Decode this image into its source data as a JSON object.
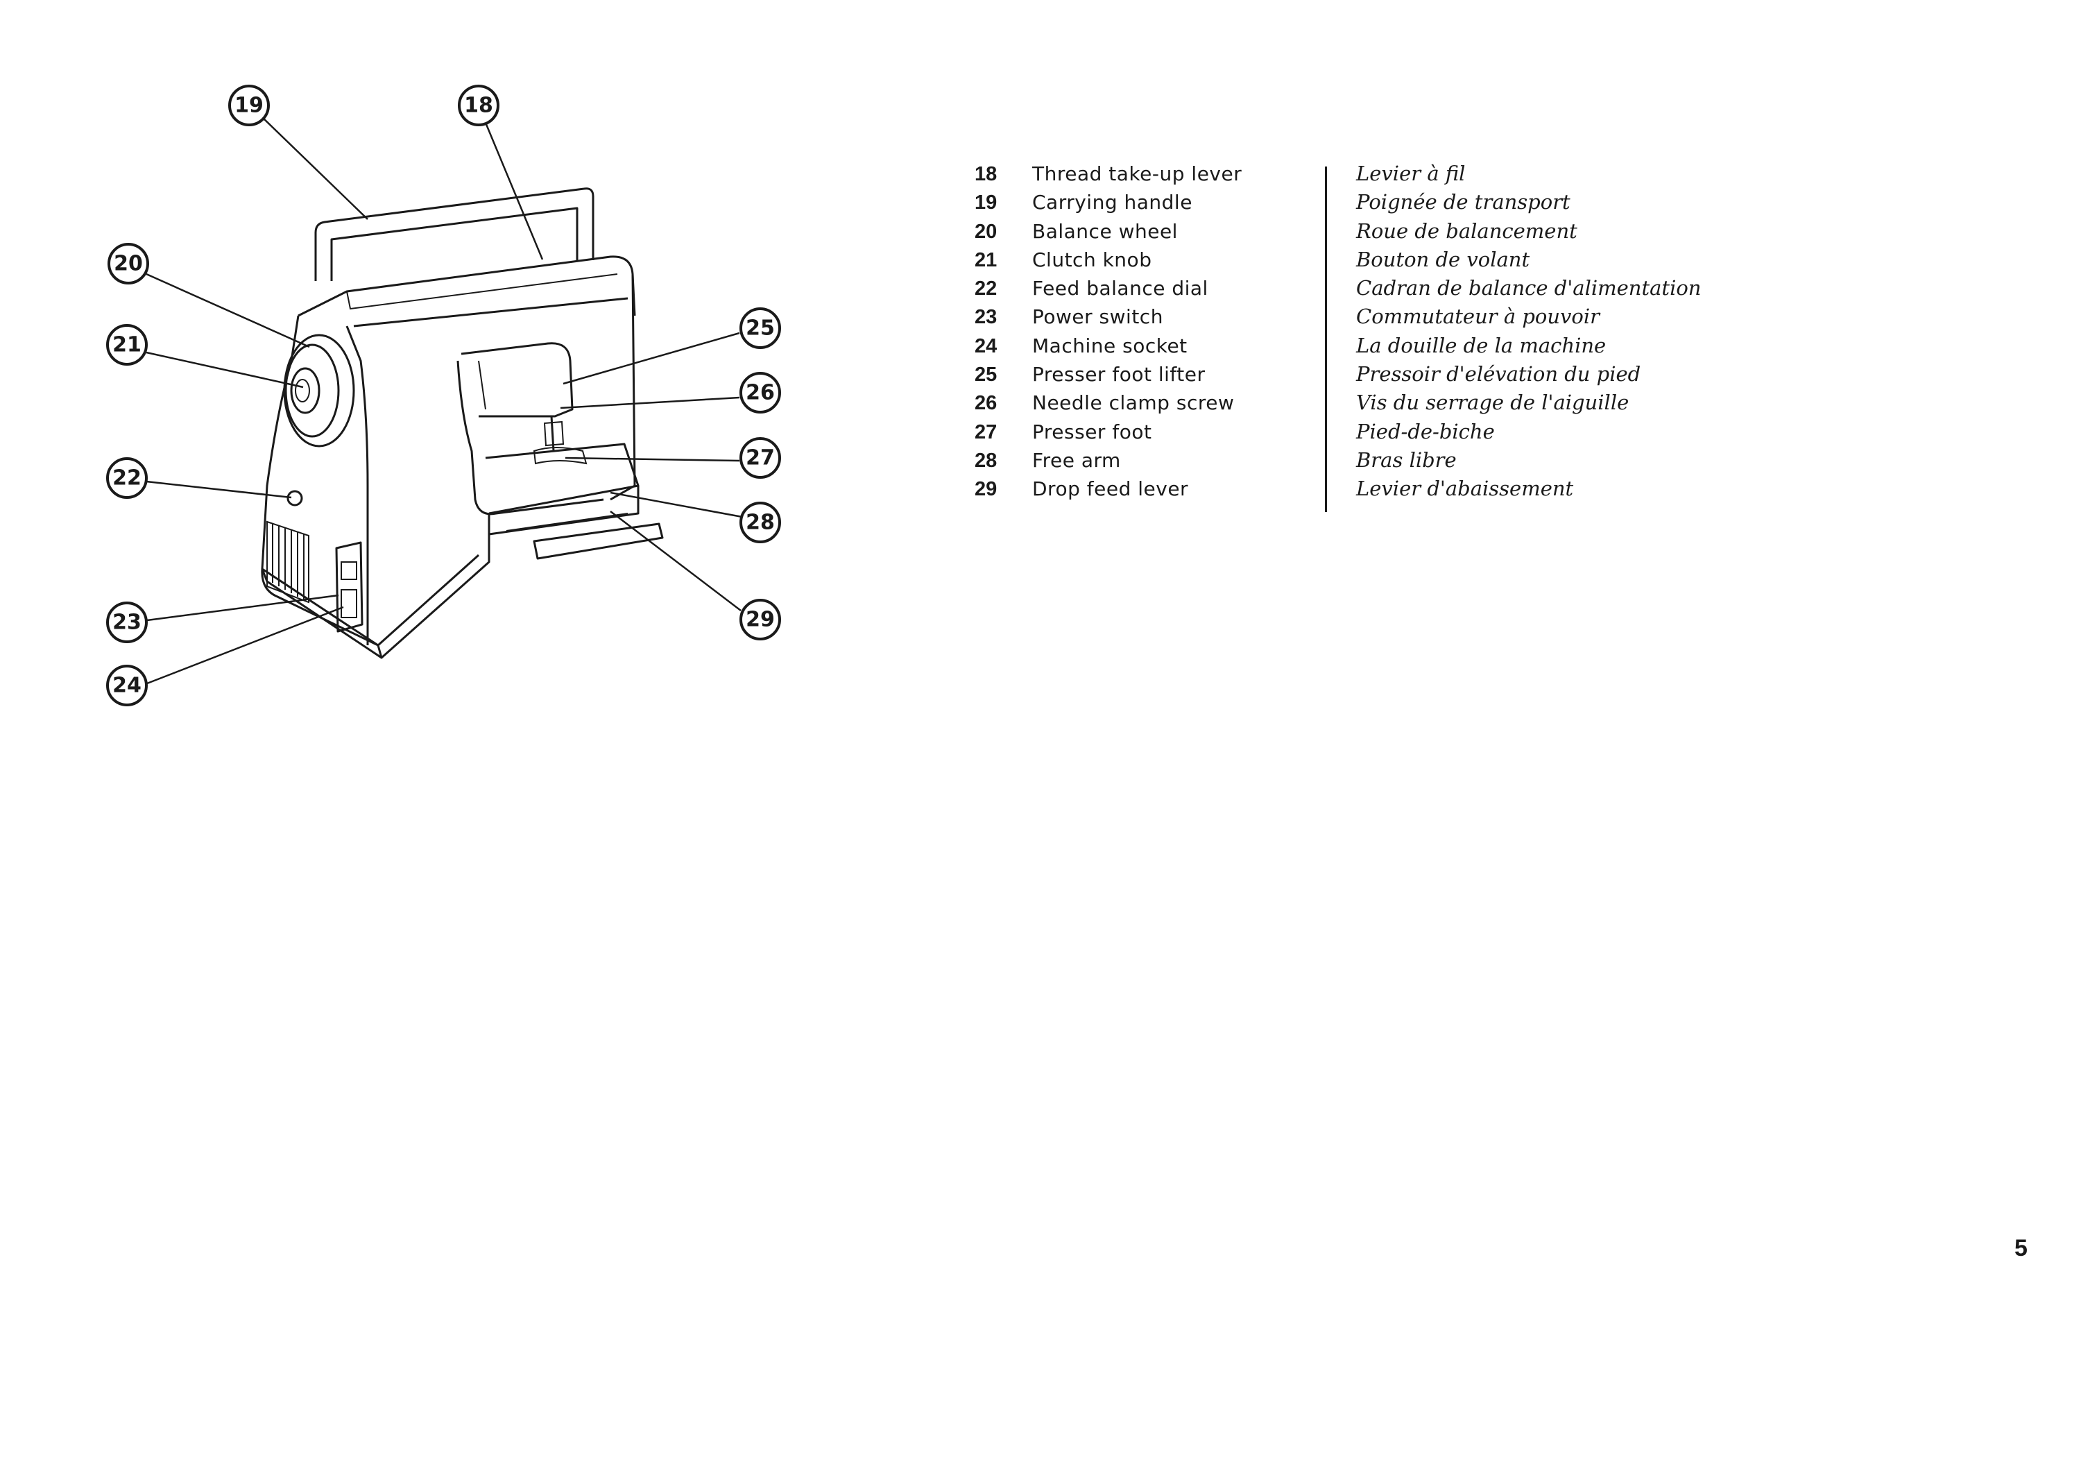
{
  "parts": [
    {
      "number": "18",
      "english": "Thread take-up lever",
      "french": "Levier à fil"
    },
    {
      "number": "19",
      "english": "Carrying handle",
      "french": "Poignée de transport"
    },
    {
      "number": "20",
      "english": "Balance wheel",
      "french": "Roue de balancement"
    },
    {
      "number": "21",
      "english": "Clutch knob",
      "french": "Bouton de volant"
    },
    {
      "number": "22",
      "english": "Feed balance dial",
      "french": "Cadran de balance d'alimentation"
    },
    {
      "number": "23",
      "english": "Power switch",
      "french": "Commutateur à pouvoir"
    },
    {
      "number": "24",
      "english": "Machine socket",
      "french": "La douille de la machine"
    },
    {
      "number": "25",
      "english": "Presser foot lifter",
      "french": "Pressoir d'elévation du pied"
    },
    {
      "number": "26",
      "english": "Needle clamp screw",
      "french": "Vis du serrage de l'aiguille"
    },
    {
      "number": "27",
      "english": "Presser foot",
      "french": "Pied-de-biche"
    },
    {
      "number": "28",
      "english": "Free arm",
      "french": "Bras libre"
    },
    {
      "number": "29",
      "english": "Drop feed lever",
      "french": "Levier d'abaissement"
    }
  ],
  "diagram_callouts": [
    "19",
    "18",
    "20",
    "21",
    "22",
    "23",
    "24",
    "25",
    "26",
    "27",
    "28",
    "29"
  ],
  "page_number": "5"
}
